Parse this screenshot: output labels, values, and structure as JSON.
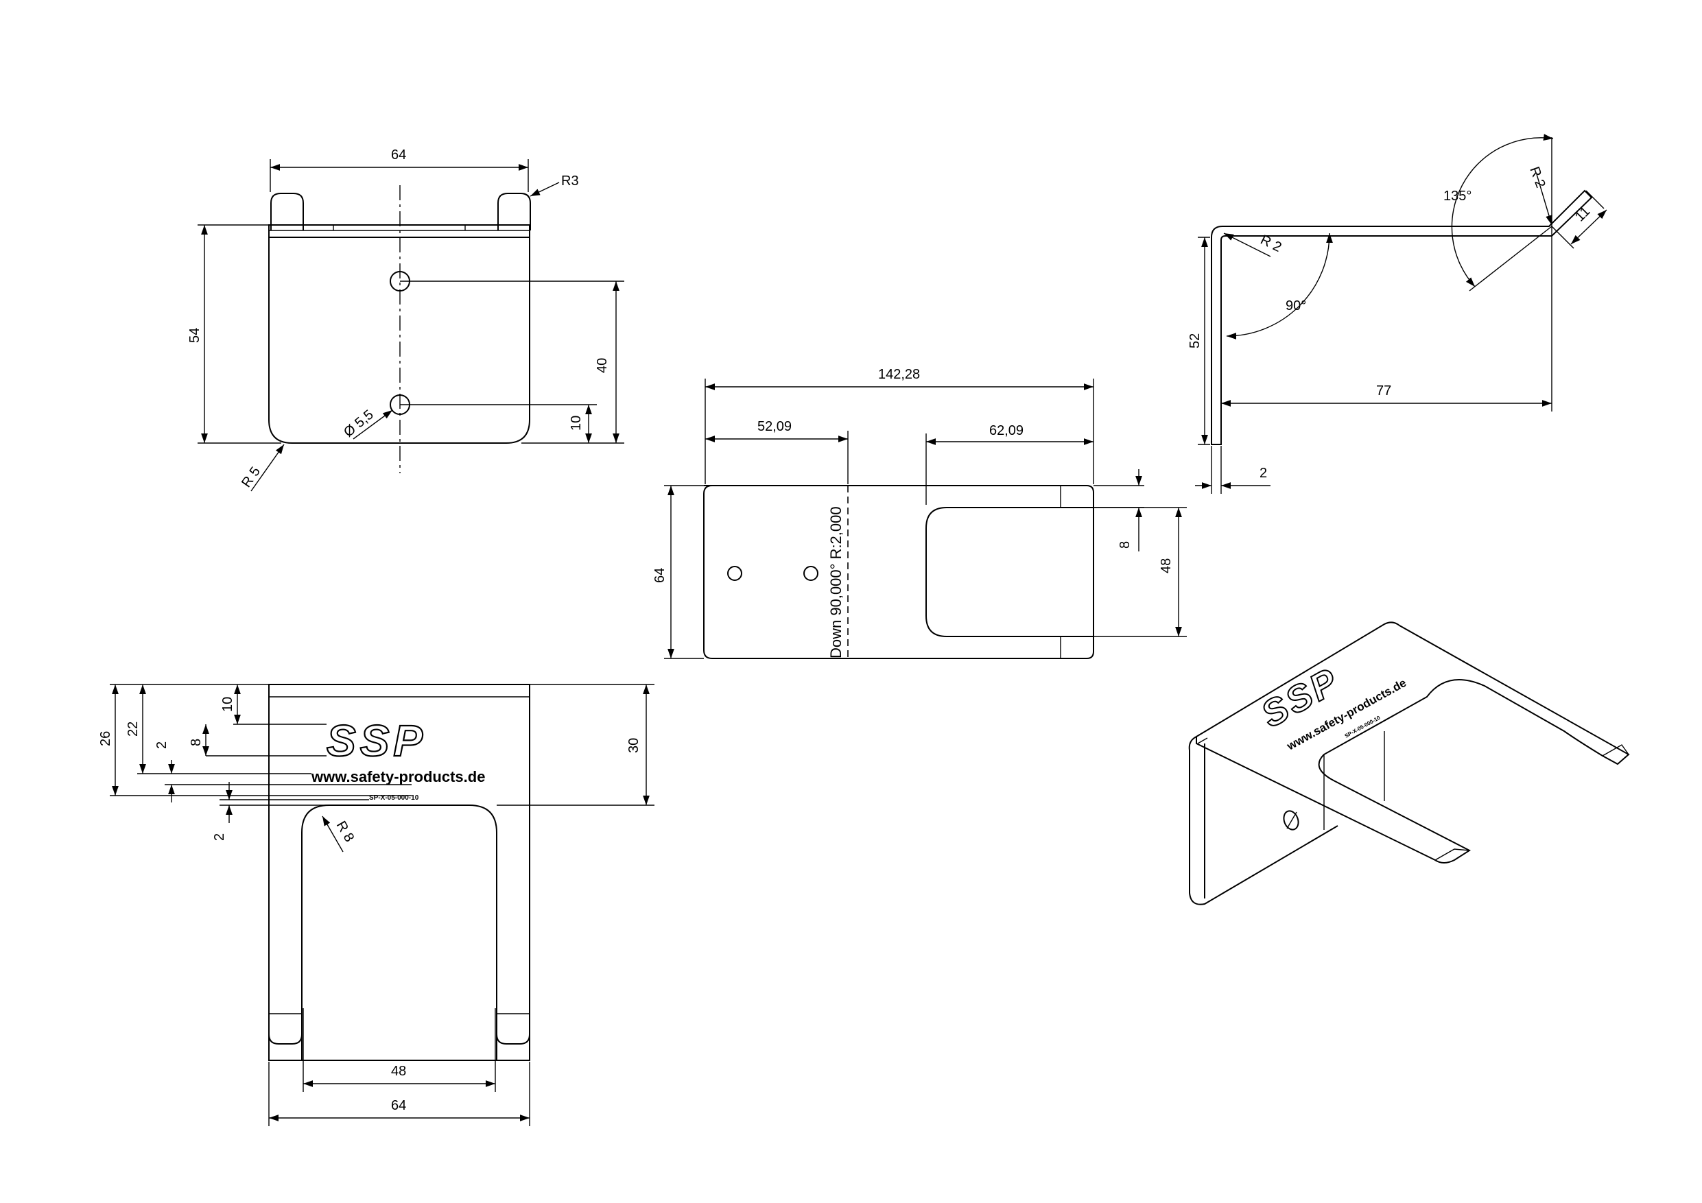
{
  "front_view": {
    "width": "64",
    "height": "54",
    "tab_radius": "R3",
    "corner_radius": "R 5",
    "hole_diameter": "Ø 5,5",
    "hole_spacing": "40",
    "hole_offset": "10"
  },
  "flat_pattern": {
    "total_length": "142,28",
    "left_length": "52,09",
    "right_length": "62,09",
    "width": "64",
    "slot_width": "48",
    "tab_width": "8",
    "bend_note": "Down 90,000° R:2,000"
  },
  "side_view": {
    "angle_bend": "135°",
    "angle_main": "90°",
    "radius_outer": "R 2",
    "radius_tip": "R 2",
    "tip_length": "11",
    "height": "52",
    "length": "77",
    "thickness": "2"
  },
  "top_view": {
    "dim_26": "26",
    "dim_22": "22",
    "dim_10": "10",
    "dim_8": "8",
    "dim_2_upper": "2",
    "dim_2_lower": "2",
    "dim_30": "30",
    "slot_radius": "R 8",
    "slot_width": "48",
    "overall_width": "64",
    "logo_text": "SSP",
    "website": "www.safety-products.de",
    "part_number": "SP-X-05-000-10"
  },
  "iso_view": {
    "logo_text": "SSP",
    "website": "www.safety-products.de",
    "part_number": "SP-X-05-000-10"
  }
}
